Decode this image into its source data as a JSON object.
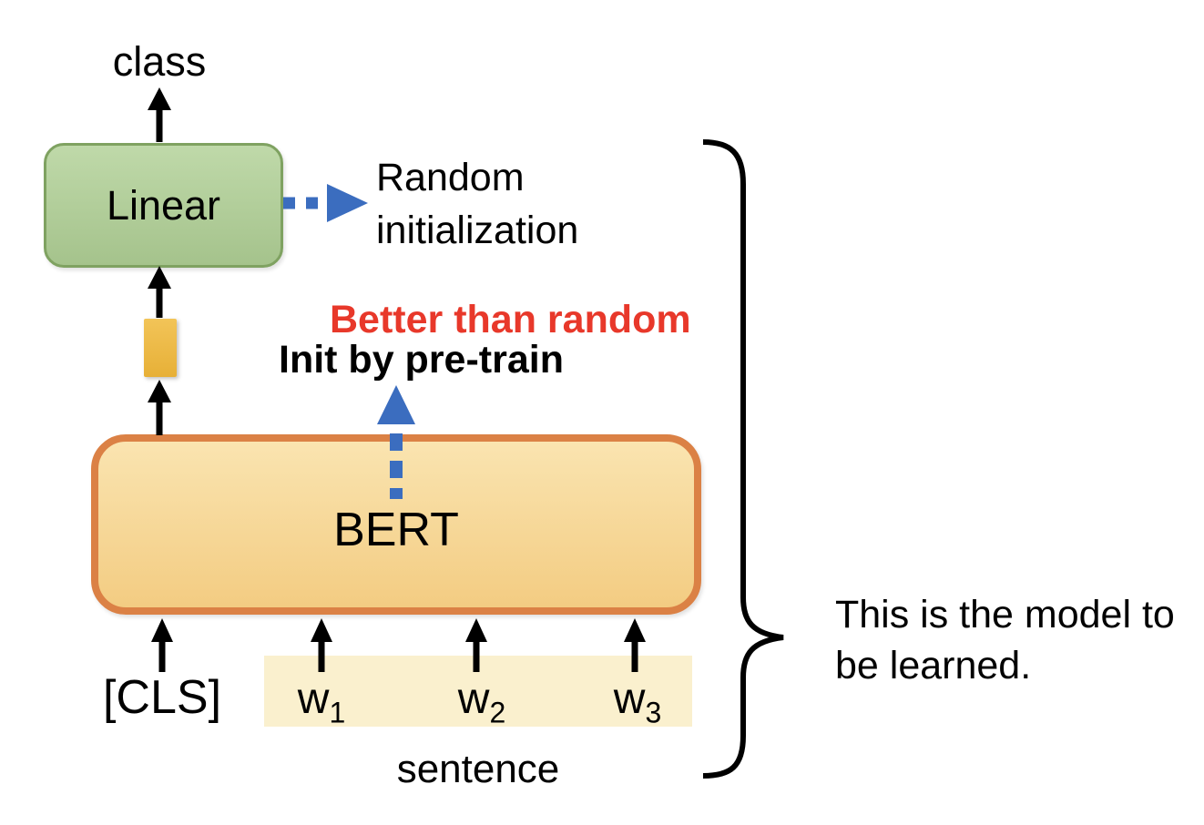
{
  "diagram": {
    "class_label": "class",
    "linear_label": "Linear",
    "random_init": "Random initialization",
    "better_than_random": "Better than random",
    "init_by_pretrain": "Init by pre-train",
    "bert_label": "BERT",
    "cls_label": "[CLS]",
    "tokens": [
      {
        "base": "w",
        "sub": "1"
      },
      {
        "base": "w",
        "sub": "2"
      },
      {
        "base": "w",
        "sub": "3"
      }
    ],
    "sentence_label": "sentence",
    "caption": "This is the model to be learned."
  },
  "colors": {
    "ink": "#000000",
    "blue": "#3B6DBF",
    "red": "#E8382A",
    "green-fill-top": "#BFD9A9",
    "green-fill-bottom": "#A5C38C",
    "green-border": "#7FA261",
    "orange-fill-top": "#FAE4B0",
    "orange-fill-bottom": "#F3CC82",
    "orange-border": "#DB8145",
    "gold-fill-top": "#F2C458",
    "gold-fill-bottom": "#E7B037",
    "band-fill": "#FAF0CE"
  }
}
